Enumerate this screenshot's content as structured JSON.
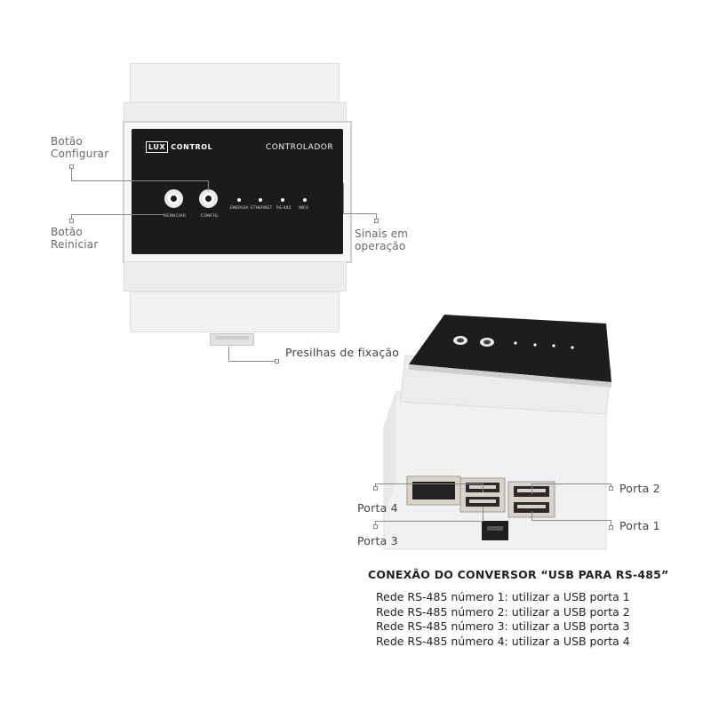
{
  "front": {
    "logo_lux": "LUX",
    "logo_control": "CONTROL",
    "panel_title": "CONTROLADOR",
    "button_labels": [
      "REINICIAR",
      "CONFIG."
    ],
    "led_labels": [
      "ENERGIA",
      "ETHERNET",
      "RS-485",
      "INFO"
    ]
  },
  "callouts": {
    "configurar": "Botão\nConfigurar",
    "reiniciar": "Botão\nReiniciar",
    "sinais": "Sinais em\noperação",
    "presilhas": "Presilhas de fixação"
  },
  "ports": {
    "porta1": "Porta 1",
    "porta2": "Porta 2",
    "porta3": "Porta 3",
    "porta4": "Porta 4"
  },
  "connection": {
    "title": "CONEXÃO DO CONVERSOR “USB PARA RS-485”",
    "lines": [
      "Rede RS-485 número 1: utilizar a USB porta 1",
      "Rede RS-485 número 2: utilizar a USB porta 2",
      "Rede RS-485 número 3: utilizar a USB porta 3",
      "Rede RS-485 número 4: utilizar a USB porta 4"
    ]
  },
  "colors": {
    "panel": "#1b1b1b",
    "housing": "#f2f2f2",
    "leader": "#8a8a8a"
  }
}
